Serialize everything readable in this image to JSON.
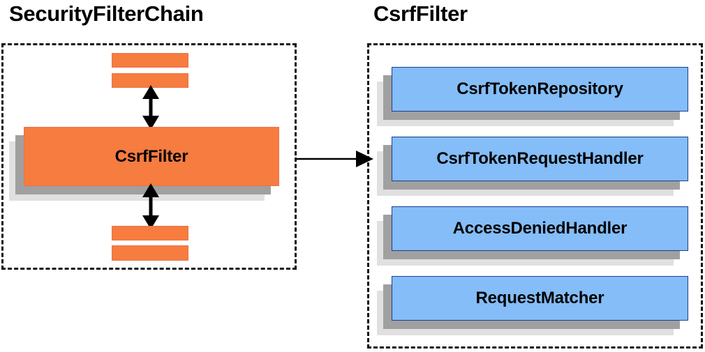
{
  "diagram": {
    "type": "component-relationship-diagram",
    "background": "#ffffff",
    "colors": {
      "orange_fill": "#f67c40",
      "orange_border": "#e8744a",
      "blue_fill": "#84bdf7",
      "blue_border": "#1b3f8f",
      "shadow_dark": "#a0a0a0",
      "shadow_light": "#e0e0e0",
      "panel_border": "#111111",
      "text": "#000000"
    }
  },
  "left_panel": {
    "title": "SecurityFilterChain",
    "main_node": {
      "label": "CsrfFilter",
      "style": "orange"
    },
    "filter_bars_above": [
      "",
      ""
    ],
    "filter_bars_below": [
      "",
      ""
    ],
    "connectors": {
      "above": "double-headed-vertical-arrow",
      "below": "double-headed-vertical-arrow"
    }
  },
  "right_panel": {
    "title": "CsrfFilter",
    "nodes": [
      {
        "label": "CsrfTokenRepository",
        "style": "blue"
      },
      {
        "label": "CsrfTokenRequestHandler",
        "style": "blue"
      },
      {
        "label": "AccessDeniedHandler",
        "style": "blue"
      },
      {
        "label": "RequestMatcher",
        "style": "blue"
      }
    ]
  },
  "cross_panel_connector": {
    "from": "left_panel.main_node",
    "to": "right_panel",
    "style": "single-headed-horizontal-arrow"
  }
}
